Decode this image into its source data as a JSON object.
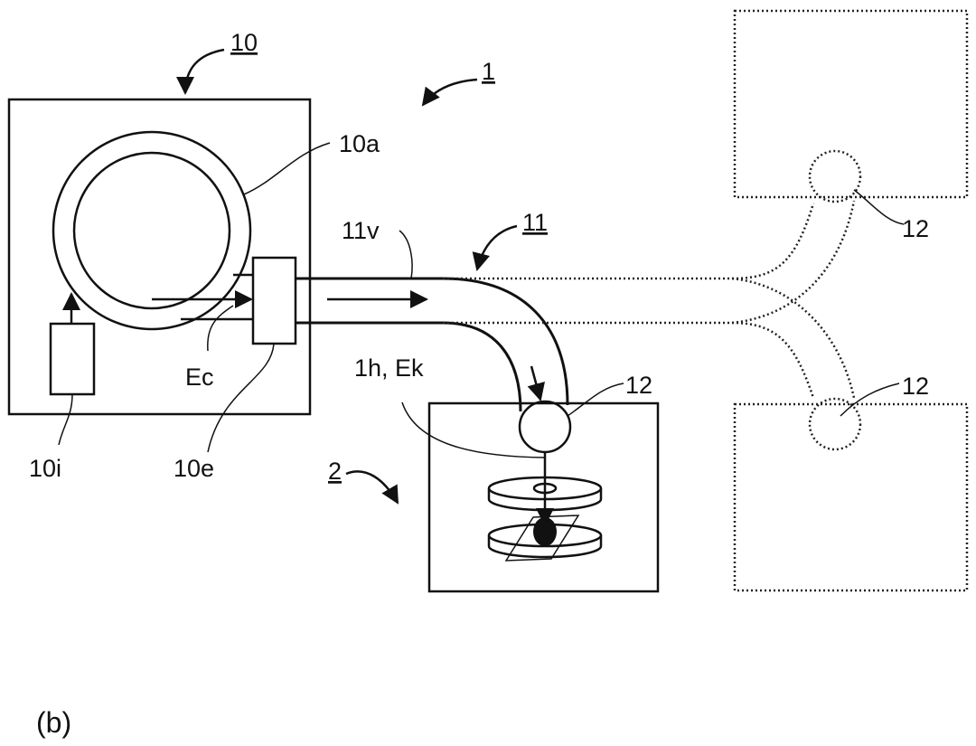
{
  "labels": {
    "system": "1",
    "accelerator_unit": "10",
    "ring": "10a",
    "injector": "10i",
    "extractor": "10e",
    "beam_circ": "Ec",
    "transport": "11",
    "transport_vac": "11v",
    "beam_out": "1h, Ek",
    "nozzle_main": "12",
    "nozzle_r1": "12",
    "nozzle_r2": "12",
    "treatment": "2",
    "panel": "(b)"
  },
  "colors": {
    "ink": "#111111",
    "background": "#ffffff"
  }
}
